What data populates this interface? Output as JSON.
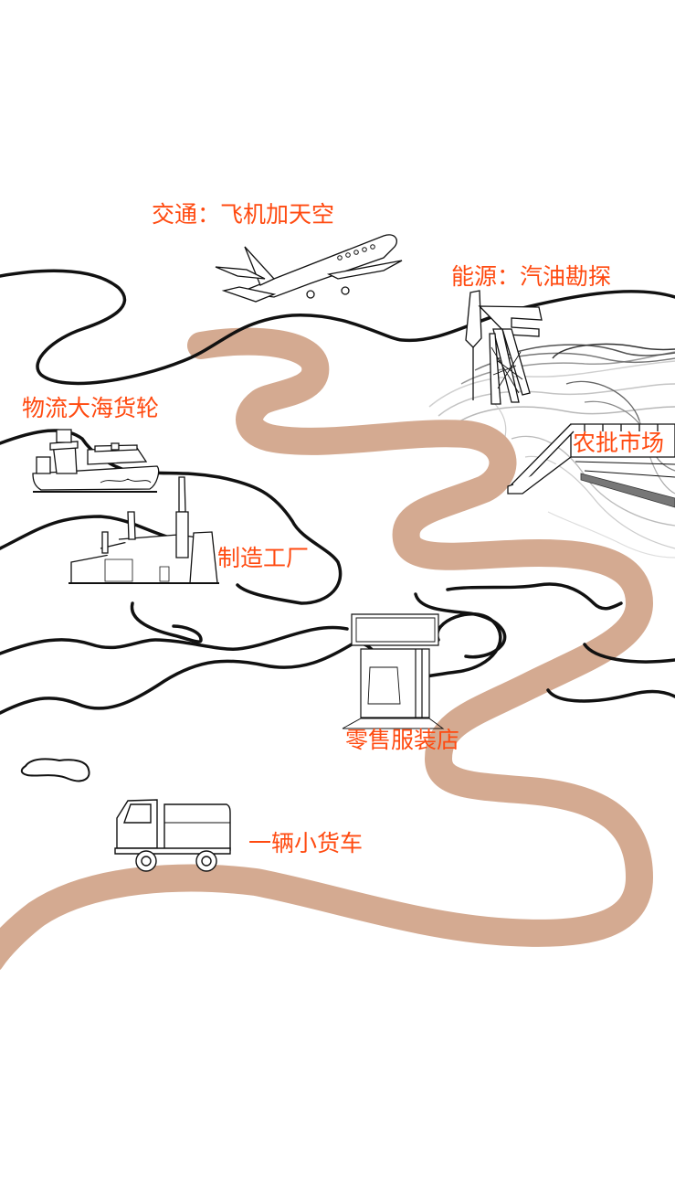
{
  "colors": {
    "background": "#ffffff",
    "road": "#d4aa91",
    "line": "#111111",
    "label": "#ff4a10",
    "contour_dark": "#555555",
    "contour_light": "#bbbbbb"
  },
  "stations": [
    {
      "id": "air",
      "label": "交通：飞机加天空",
      "icon": "airplane-icon"
    },
    {
      "id": "energy",
      "label": "能源：汽油勘探",
      "icon": "oil-pump-icon"
    },
    {
      "id": "ship",
      "label": "物流大海货轮",
      "icon": "cargo-ship-icon"
    },
    {
      "id": "market",
      "label": "农批市场",
      "icon": "market-building-icon"
    },
    {
      "id": "factory",
      "label": "制造工厂",
      "icon": "factory-icon"
    },
    {
      "id": "retail",
      "label": "零售服装店",
      "icon": "clothing-store-icon"
    },
    {
      "id": "truck",
      "label": "一辆小货车",
      "icon": "truck-icon"
    }
  ]
}
